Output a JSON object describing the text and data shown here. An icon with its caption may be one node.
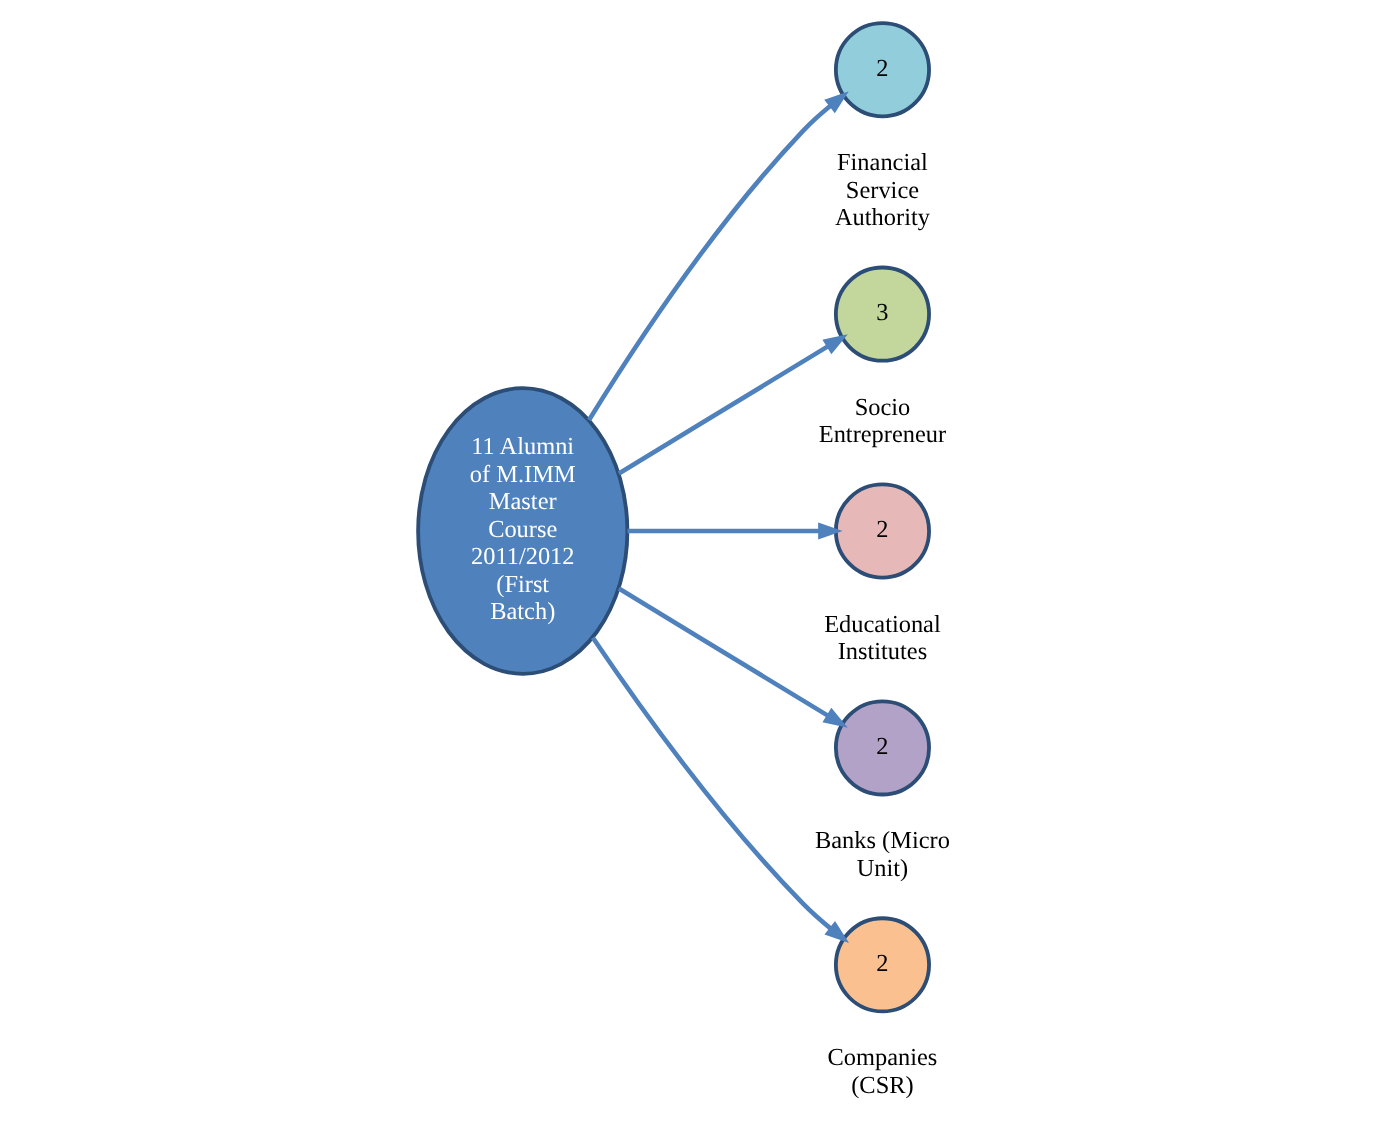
{
  "diagram": {
    "nodes": [
      {
        "text": [
          "11 Alumni of M.IMM Master Course 2011/2012 (First Batch)"
        ]
      },
      {
        "text": [
          "2"
        ],
        "beside": [
          "Financial Service Authority"
        ]
      },
      {
        "text": [
          "3"
        ],
        "beside": [
          "Socio Entrepreneur"
        ]
      },
      {
        "text": [
          "2"
        ],
        "beside": [
          "Educational Institutes"
        ]
      },
      {
        "text": [
          "2"
        ],
        "beside": [
          "Banks (Micro Unit)"
        ]
      },
      {
        "text": [
          "2"
        ],
        "beside": [
          "Companies (CSR)"
        ]
      }
    ],
    "edges": [
      {
        "from": 0,
        "to": 1,
        "arrow": "to"
      },
      {
        "from": 0,
        "to": 2,
        "arrow": "to"
      },
      {
        "from": 0,
        "to": 3,
        "arrow": "to"
      },
      {
        "from": 0,
        "to": 4,
        "arrow": "to"
      },
      {
        "from": 0,
        "to": 5,
        "arrow": "to"
      }
    ]
  }
}
